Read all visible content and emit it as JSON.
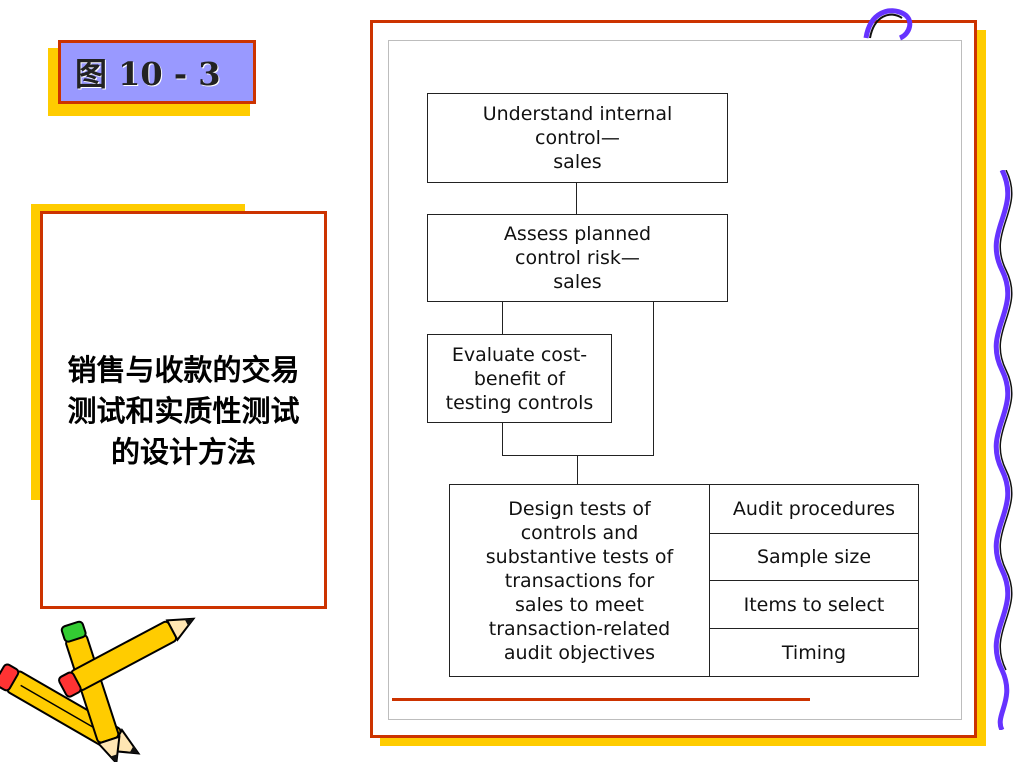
{
  "title_tag": {
    "label": "图 10 - 3"
  },
  "left_card": {
    "line1": "销售与收款的交易",
    "line2": "测试和实质性测试",
    "line3": "的设计方法"
  },
  "flowchart": {
    "step1": "Understand internal\ncontrol—\nsales",
    "step2": "Assess planned\ncontrol risk—\nsales",
    "step3": "Evaluate cost-\nbenefit of\ntesting controls",
    "step4": "Design tests of\ncontrols and\nsubstantive tests of\ntransactions for\nsales to meet\ntransaction-related\naudit objectives",
    "outputs": [
      "Audit procedures",
      "Sample size",
      "Items to select",
      "Timing"
    ]
  },
  "colors": {
    "frame_border": "#cc3300",
    "shadow": "#ffcc00",
    "title_fill": "#9999ff",
    "wavy_line": "#6633ff"
  },
  "decorations": [
    "pencils-clipart",
    "wavy-border-clipart"
  ]
}
